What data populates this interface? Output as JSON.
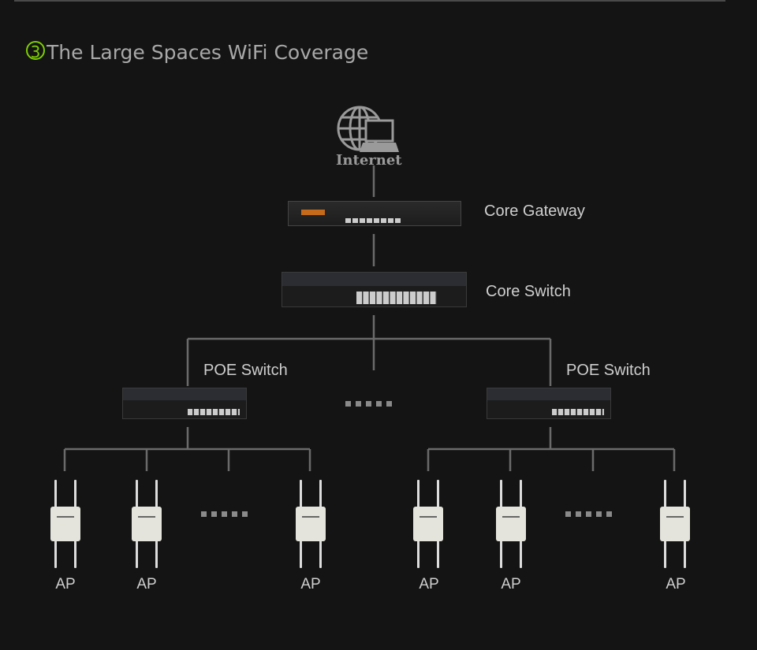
{
  "title": {
    "number": "3",
    "text": "The Large Spaces WiFi Coverage"
  },
  "nodes": {
    "internet": "Internet",
    "core_gateway": "Core Gateway",
    "core_switch": "Core Switch",
    "poe_switch_left": "POE Switch",
    "poe_switch_right": "POE Switch",
    "aps": [
      "AP",
      "AP",
      "AP",
      "AP",
      "AP",
      "AP"
    ]
  },
  "colors": {
    "accent": "#7ed000",
    "background": "#141414",
    "lines": "#6a6a6a"
  }
}
